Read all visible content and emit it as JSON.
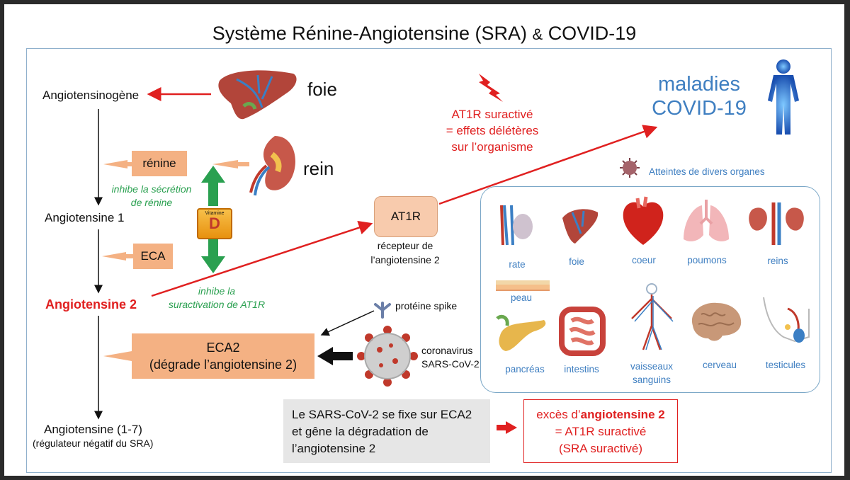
{
  "title": {
    "main": "Système Rénine-Angiotensine (SRA)",
    "amp": "&",
    "covid": "COVID-19"
  },
  "pathway": {
    "angiotensinogen": "Angiotensinogène",
    "angiotensin1": "Angiotensine 1",
    "angiotensin2": "Angiotensine 2",
    "angiotensin17": "Angiotensine (1-7)",
    "regulator": "(régulateur négatif du SRA)"
  },
  "enzymes": {
    "renin": "rénine",
    "eca": "ECA",
    "eca2_line1": "ECA2",
    "eca2_line2": "(dégrade l’angiotensine 2)"
  },
  "organs_top": {
    "liver": "foie",
    "kidney": "rein"
  },
  "vitamin": {
    "label": "Vitamine",
    "letter": "D"
  },
  "green_notes": {
    "renin_l1": "inhibe la sécrétion",
    "renin_l2": "de rénine",
    "at1r_l1": "inhibe la",
    "at1r_l2": "suractivation de AT1R"
  },
  "at1r": {
    "box": "AT1R",
    "desc_l1": "récepteur de",
    "desc_l2": "l’angiotensine 2"
  },
  "overactive": {
    "l1": "AT1R suractivé",
    "l2": "= effets délétères",
    "l3": "sur l’organisme"
  },
  "diseases": {
    "l1": "maladies",
    "l2": "COVID-19"
  },
  "organs_header": "Atteintes de divers organes",
  "organs": {
    "rate": "rate",
    "foie": "foie",
    "coeur": "coeur",
    "poumons": "poumons",
    "reins": "reins",
    "peau": "peau",
    "pancreas": "pancréas",
    "intestins": "intestins",
    "vaisseaux_l1": "vaisseaux",
    "vaisseaux_l2": "sanguins",
    "cerveau": "cerveau",
    "testicules": "testicules"
  },
  "virus": {
    "spike": "protéine spike",
    "name_l1": "coronavirus",
    "name_l2": "SARS-CoV-2"
  },
  "grey_box": {
    "l1": "Le SARS-CoV-2 se fixe sur ECA2",
    "l2": "et gêne la dégradation de",
    "l3": "l’angiotensine 2"
  },
  "red_box": {
    "l1_pre": "excès d’",
    "l1_bold": "angiotensine 2",
    "l2": "= AT1R suractivé",
    "l3": "(SRA suractivé)"
  },
  "colors": {
    "red": "#e02020",
    "green": "#2aa050",
    "salmon": "#f4b183",
    "blue": "#3f7fc1",
    "frame": "#8fb0cc"
  }
}
